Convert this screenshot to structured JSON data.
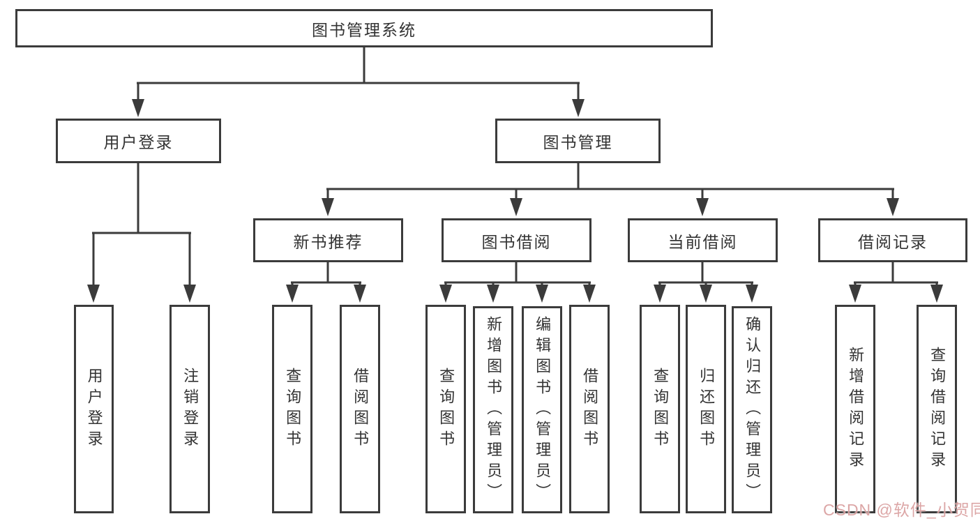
{
  "diagram_title": "图书管理系统",
  "colors": {
    "line": "#3b3b3b",
    "box_border": "#3b3b3b",
    "box_background": "#ffffff",
    "text": "#333333",
    "watermark": "#d69696"
  },
  "nodes": {
    "root": {
      "label": "图书管理系统"
    },
    "level2": [
      {
        "label": "用户登录",
        "parent": "图书管理系统"
      },
      {
        "label": "图书管理",
        "parent": "图书管理系统"
      }
    ],
    "level3": [
      {
        "label": "新书推荐",
        "parent": "图书管理"
      },
      {
        "label": "图书借阅",
        "parent": "图书管理"
      },
      {
        "label": "当前借阅",
        "parent": "图书管理"
      },
      {
        "label": "借阅记录",
        "parent": "图书管理"
      }
    ],
    "leaves": [
      {
        "label": "用户登录",
        "parent": "用户登录"
      },
      {
        "label": "注销登录",
        "parent": "用户登录"
      },
      {
        "label": "查询图书",
        "parent": "新书推荐"
      },
      {
        "label": "借阅图书",
        "parent": "新书推荐"
      },
      {
        "label": "查询图书",
        "parent": "图书借阅"
      },
      {
        "label": "新增图书（管理员）",
        "parent": "图书借阅"
      },
      {
        "label": "编辑图书（管理员）",
        "parent": "图书借阅"
      },
      {
        "label": "借阅图书",
        "parent": "图书借阅"
      },
      {
        "label": "查询图书",
        "parent": "当前借阅"
      },
      {
        "label": "归还图书",
        "parent": "当前借阅"
      },
      {
        "label": "确认归还（管理员）",
        "parent": "当前借阅"
      },
      {
        "label": "新增借阅记录",
        "parent": "借阅记录"
      },
      {
        "label": "查询借阅记录",
        "parent": "借阅记录"
      }
    ]
  },
  "watermark": {
    "text": "CSDN @软件_小贺同学"
  }
}
